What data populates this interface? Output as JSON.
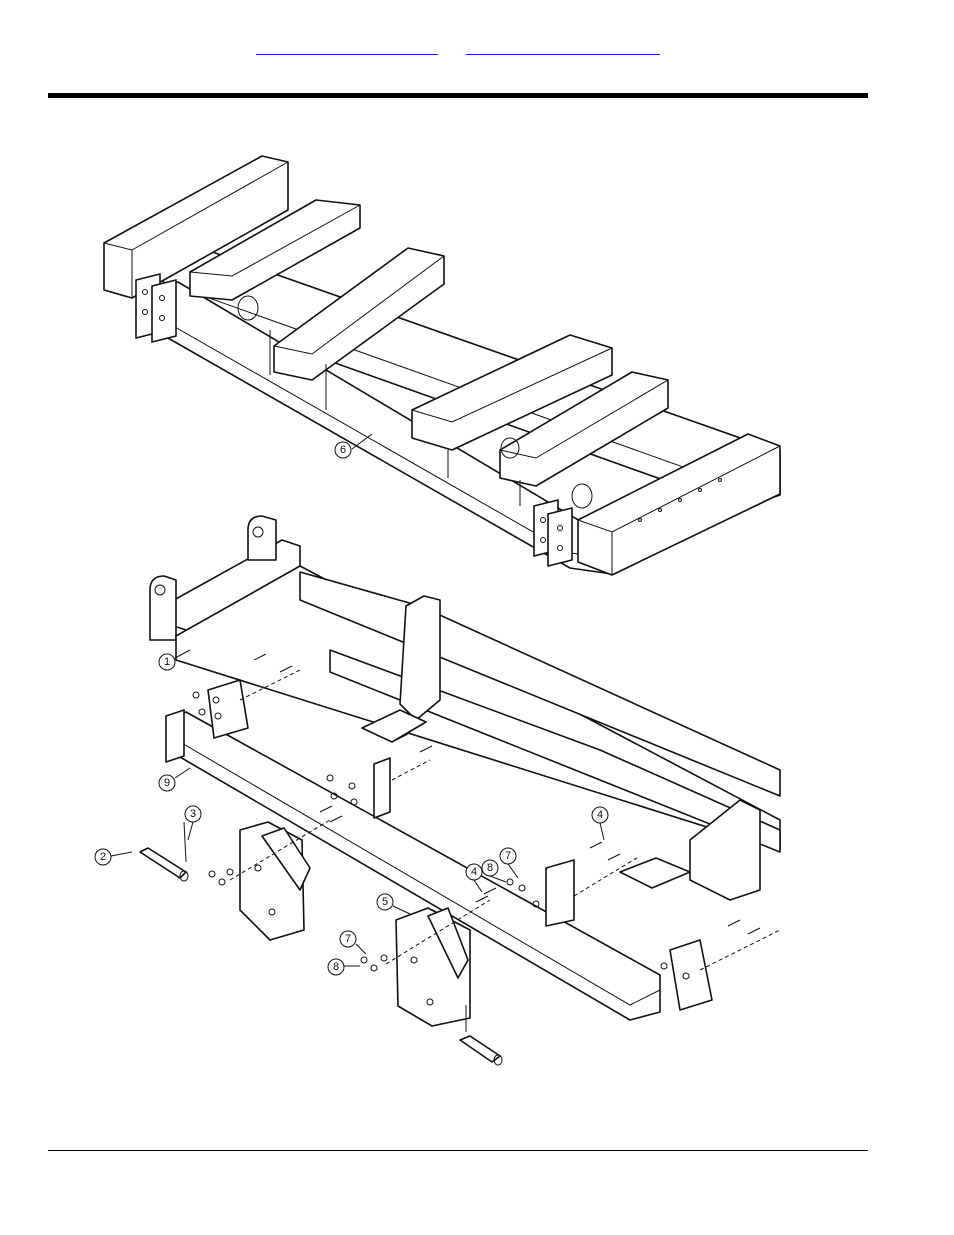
{
  "header": {
    "links": [
      {
        "label": ""
      },
      {
        "label": ""
      }
    ]
  },
  "diagram": {
    "upper_callouts": [
      "6"
    ],
    "lower_callouts": [
      "1",
      "9",
      "3",
      "2",
      "4",
      "8",
      "7",
      "4",
      "5",
      "7",
      "8"
    ]
  }
}
